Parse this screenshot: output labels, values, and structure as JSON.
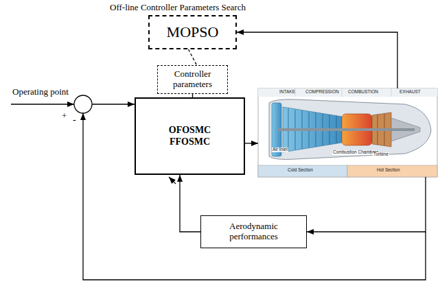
{
  "diagram": {
    "title": "Off-line Controller Parameters Search",
    "nodes": [
      {
        "text": [
          "MOPSO"
        ]
      },
      {
        "text": [
          "Controller parameters"
        ]
      },
      {
        "text": [
          "OFOSMC FFOSMC"
        ]
      },
      {
        "text": [
          "INTAKE",
          "COMPRESSION",
          "COMBUSTION",
          "EXHAUST",
          "Air Inlet",
          "Combustion Chambers",
          "Turbine",
          "Cold Section",
          "Hot Section"
        ]
      },
      {
        "text": [
          "Aerodynamic performances"
        ]
      }
    ],
    "edges": [
      {
        "from": 3,
        "to": 0,
        "arrow": "to"
      },
      {
        "from": 0,
        "to": 1,
        "arrow": "none"
      },
      {
        "from": 1,
        "to": 2,
        "arrow": "none"
      },
      {
        "from": 2,
        "to": 3,
        "arrow": "to"
      },
      {
        "from": 3,
        "to": 4,
        "arrow": "to"
      },
      {
        "from": 4,
        "to": 2,
        "arrow": "to"
      }
    ],
    "labels": [
      "Operating point",
      "+",
      "-"
    ]
  }
}
